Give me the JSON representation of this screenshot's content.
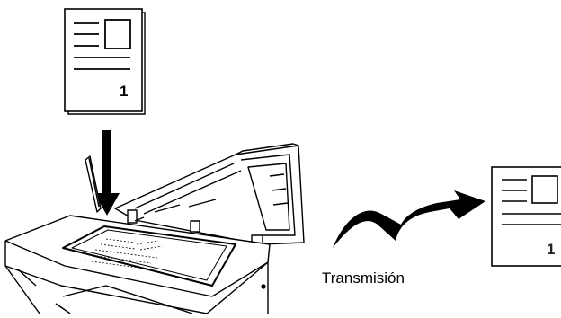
{
  "diagram": {
    "original_document": {
      "page_number": "1"
    },
    "received_document": {
      "page_number": "1"
    },
    "transmission_label": "Transmisión"
  }
}
